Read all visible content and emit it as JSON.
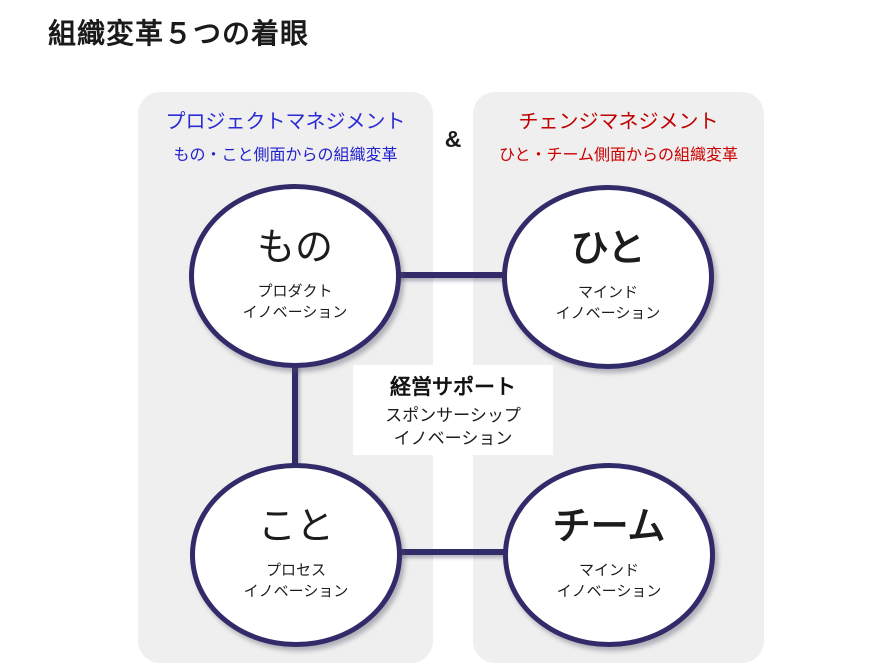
{
  "title": "組織変革５つの着眼",
  "ampersand": "&",
  "panels": {
    "left": {
      "title": "プロジェクトマネジメント",
      "subtitle": "もの・こと側面からの組織変革"
    },
    "right": {
      "title": "チェンジマネジメント",
      "subtitle": "ひと・チーム側面からの組織変革"
    }
  },
  "circles": [
    {
      "label": "もの",
      "sub_line1": "プロダクト",
      "sub_line2": "イノベーション"
    },
    {
      "label": "ひと",
      "sub_line1": "マインド",
      "sub_line2": "イノベーション"
    },
    {
      "label": "こと",
      "sub_line1": "プロセス",
      "sub_line2": "イノベーション"
    },
    {
      "label": "チーム",
      "sub_line1": "マインド",
      "sub_line2": "イノベーション"
    }
  ],
  "center": {
    "title": "経営サポート",
    "sub_line1": "スポンサーシップ",
    "sub_line2": "イノベーション"
  },
  "colors": {
    "accent_navy": "#322b69",
    "panel_gray": "#efefef",
    "blue_title": "#2b2bd5",
    "blue_subtitle": "#2222cc",
    "red_title": "#c00000",
    "red_subtitle": "#cc0000",
    "text_black": "#1a1a1a"
  }
}
